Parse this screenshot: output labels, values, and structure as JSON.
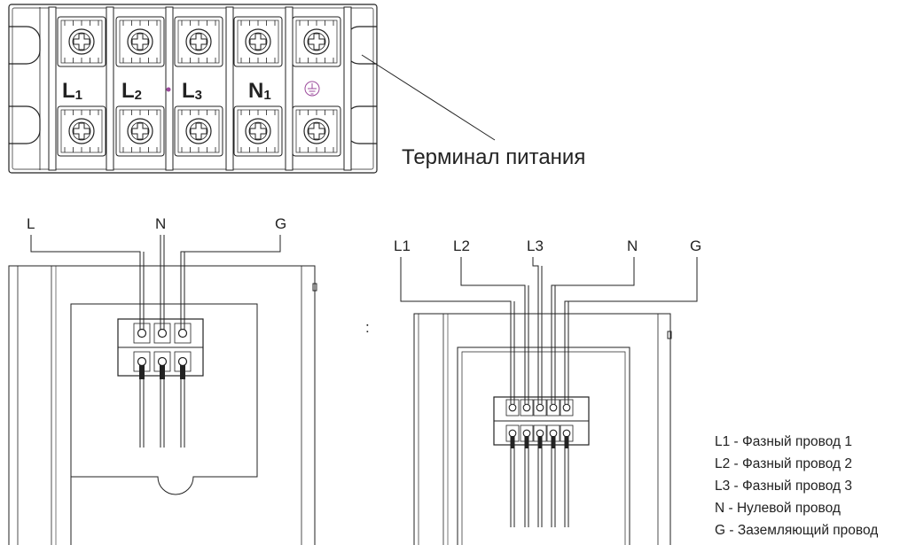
{
  "terminal_block": {
    "caption": "Терминал питания",
    "labels": [
      {
        "main": "L",
        "sub": "1"
      },
      {
        "main": "L",
        "sub": "2"
      },
      {
        "main": "L",
        "sub": "3"
      },
      {
        "main": "N",
        "sub": "1"
      }
    ],
    "ground_symbol": "ground-icon"
  },
  "single_phase": {
    "wires": [
      "L",
      "N",
      "G"
    ]
  },
  "three_phase": {
    "wires": [
      "L1",
      "L2",
      "L3",
      "N",
      "G"
    ],
    "stray_mark": ":"
  },
  "legend": [
    "L1 - Фазный провод 1",
    "L2 - Фазный провод 2",
    "L3 - Фазный провод 3",
    "N - Нулевой провод",
    "G - Заземляющий провод"
  ],
  "colors": {
    "line": "#222222",
    "accent": "#9b4a9b"
  }
}
